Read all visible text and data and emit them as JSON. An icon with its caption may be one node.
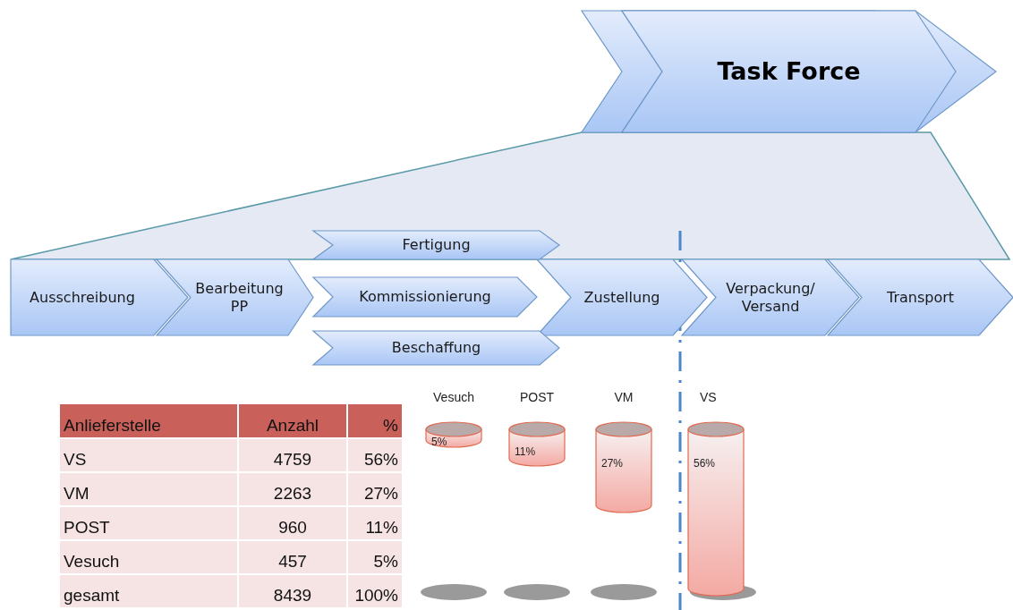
{
  "diagram": {
    "nodes": [
      {
        "text": [
          "Task Force"
        ]
      },
      {
        "text": [
          "Fertigung"
        ]
      },
      {
        "text": [
          "Ausschreibung"
        ]
      },
      {
        "text": [
          "Bearbeitung PP"
        ]
      },
      {
        "text": [
          "Kommissionierung"
        ]
      },
      {
        "text": [
          "Zustellung"
        ]
      },
      {
        "text": [
          "Verpackung/ Versand"
        ]
      },
      {
        "text": [
          "Transport"
        ]
      },
      {
        "text": [
          "Beschaffung"
        ]
      }
    ],
    "edges": [],
    "labels": [
      "Anlieferstelle",
      "Anzahl",
      "%",
      "VS",
      "4759",
      "56%",
      "VM",
      "2263",
      "27%",
      "POST",
      "960",
      "11%",
      "Vesuch",
      "457",
      "5%",
      "gesamt",
      "8439",
      "100%",
      "Vesuch",
      "POST",
      "VM",
      "VS",
      "5%",
      "11%",
      "27%",
      "56%"
    ]
  }
}
